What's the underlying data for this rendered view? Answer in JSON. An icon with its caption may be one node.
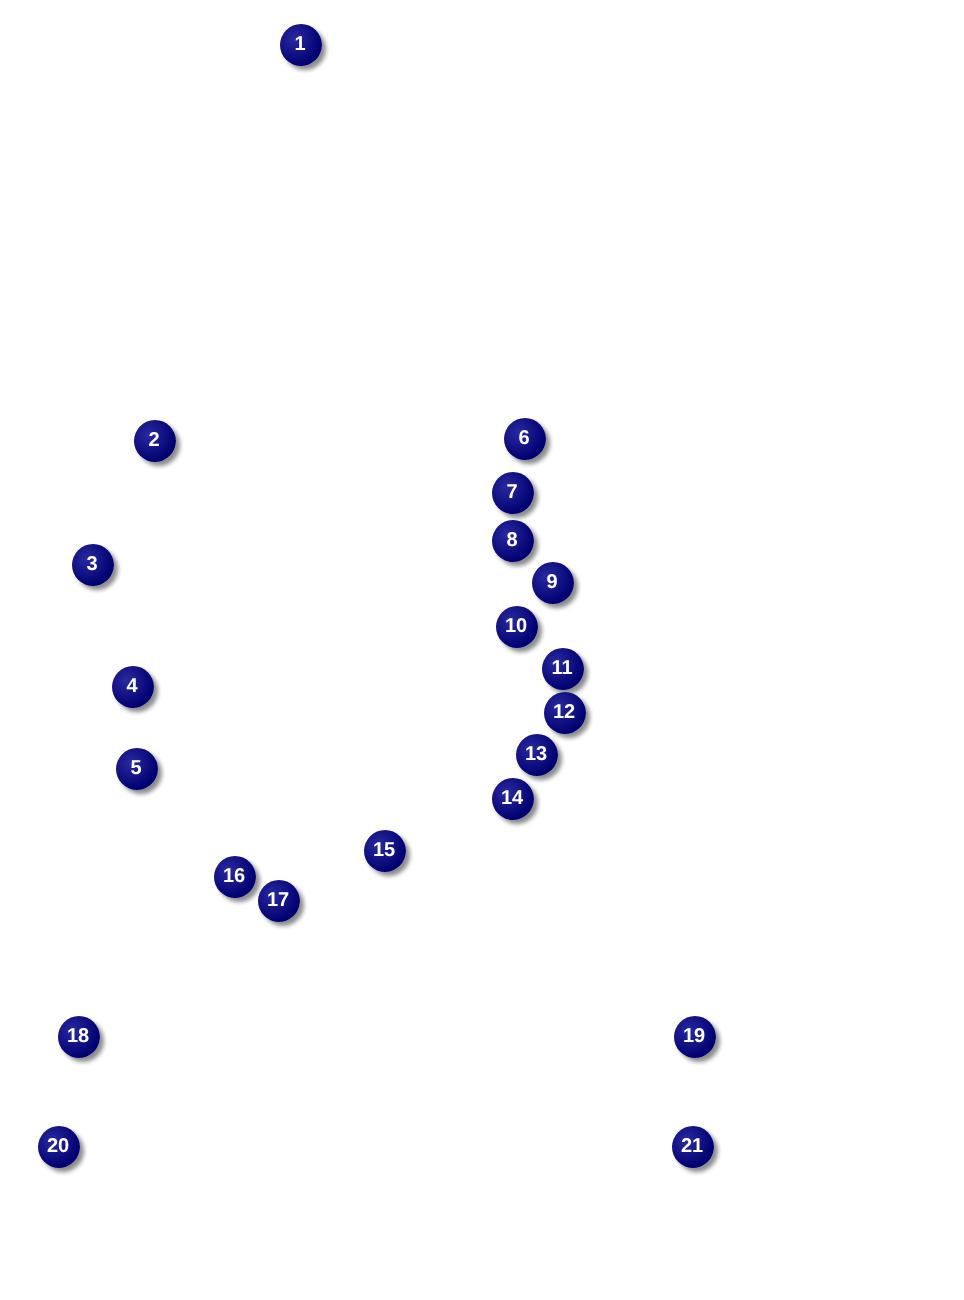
{
  "diagram": {
    "nodes": [
      {
        "text": [
          "1"
        ]
      },
      {
        "text": [
          "2"
        ]
      },
      {
        "text": [
          "3"
        ]
      },
      {
        "text": [
          "4"
        ]
      },
      {
        "text": [
          "5"
        ]
      },
      {
        "text": [
          "6"
        ]
      },
      {
        "text": [
          "7"
        ]
      },
      {
        "text": [
          "8"
        ]
      },
      {
        "text": [
          "9"
        ]
      },
      {
        "text": [
          "10"
        ]
      },
      {
        "text": [
          "11"
        ]
      },
      {
        "text": [
          "12"
        ]
      },
      {
        "text": [
          "13"
        ]
      },
      {
        "text": [
          "14"
        ]
      },
      {
        "text": [
          "15"
        ]
      },
      {
        "text": [
          "16"
        ]
      },
      {
        "text": [
          "17"
        ]
      },
      {
        "text": [
          "18"
        ]
      },
      {
        "text": [
          "19"
        ]
      },
      {
        "text": [
          "20"
        ]
      },
      {
        "text": [
          "21"
        ]
      }
    ],
    "edges": []
  }
}
